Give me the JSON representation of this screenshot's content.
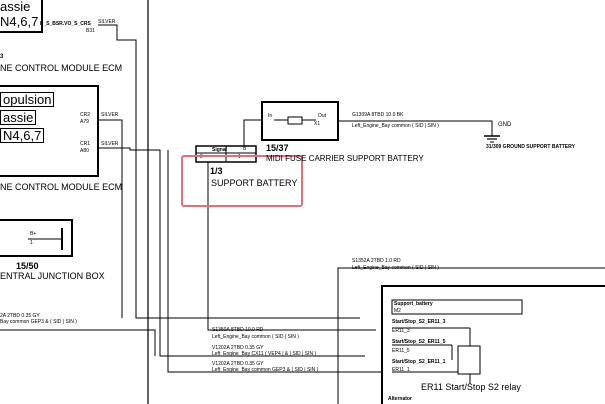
{
  "colors": {
    "line": "#000000",
    "highlight": "#e0707a",
    "background": "#ffffff"
  },
  "ecm_top": {
    "label_chassie": "assie",
    "label_variant": "N4,6,7",
    "pin_label": "P_S_BSR.VO_S_CRS",
    "pin": "B31",
    "wire_color": "SILVER",
    "module_index": "3",
    "module_name": "NE CONTROL MODULE ECM"
  },
  "ecm_main": {
    "label_propulsion": "opulsion",
    "label_chassie": "assie",
    "label_variant": "N4,6,7",
    "pin1": "CR2",
    "pin1_sub": "A79",
    "pin1_color": "SILVER",
    "pin2": "CR1",
    "pin2_sub": "A80",
    "pin2_color": "SILVER",
    "module_name": "NE CONTROL MODULE ECM"
  },
  "junction": {
    "label_bplus": "B+",
    "label_pin": "1",
    "ref": "15/50",
    "name": "ENTRAL JUNCTION BOX"
  },
  "battery": {
    "signal": "Signal",
    "b": "B",
    "pin2": "2",
    "pin1": "1",
    "ref": "1/3",
    "name": "SUPPORT BATTERY"
  },
  "fuse": {
    "in": "In",
    "out": "Out",
    "x1": "X1",
    "ref": "15/37",
    "name": "MIDI FUSE CARRIER SUPPORT BATTERY"
  },
  "ground": {
    "wire": "G1309A  8TBD 10.0 BK",
    "harness": "Left_Engine_Bay  common  ( SID | SIN )",
    "label": "GND",
    "name": "31/309 GROUND SUPPORT BATTERY"
  },
  "wires": {
    "s1352a": "S1352A  2TBD 1.0 RD",
    "s1352a_harness": "Left_Engine_Bay  common  ( SID | SIN )",
    "s1350a": "S1350A  8TBD 10.0 RD",
    "s1350a_harness": "Left_Engine_Bay  common  ( SID | SIN )",
    "v1202a_1": "V1202A  2TBD 0.35 GY",
    "v1202a_1_harness": "Left_Engine_Bay  CX11  ( VEP4 | & | SID | SIN )",
    "v1202a_2": "V1202A  2TBD 0.35 GY",
    "v1202a_2_harness": "Left_Engine_Bay  common  GEP3 & ( SID | SIN )",
    "left_1": "2A  2TBD 0.35 GY",
    "left_1_harness": "Bay  common  GEP3 & ( SID | SIN )"
  },
  "relay": {
    "pin_support": "Support_battery",
    "pin_support_num": "M2",
    "pin3": "Start/Stop_S2_ER11_3",
    "pin3_sub": "ER11_3",
    "pin5": "Start/Stop_S2_ER11_5",
    "pin5_sub": "ER11_5",
    "pin1": "Start/Stop_S2_ER11_1",
    "pin1_sub": "ER11_1",
    "name": "ER11 Start/Stop S2 relay",
    "alternator": "Alternator"
  }
}
